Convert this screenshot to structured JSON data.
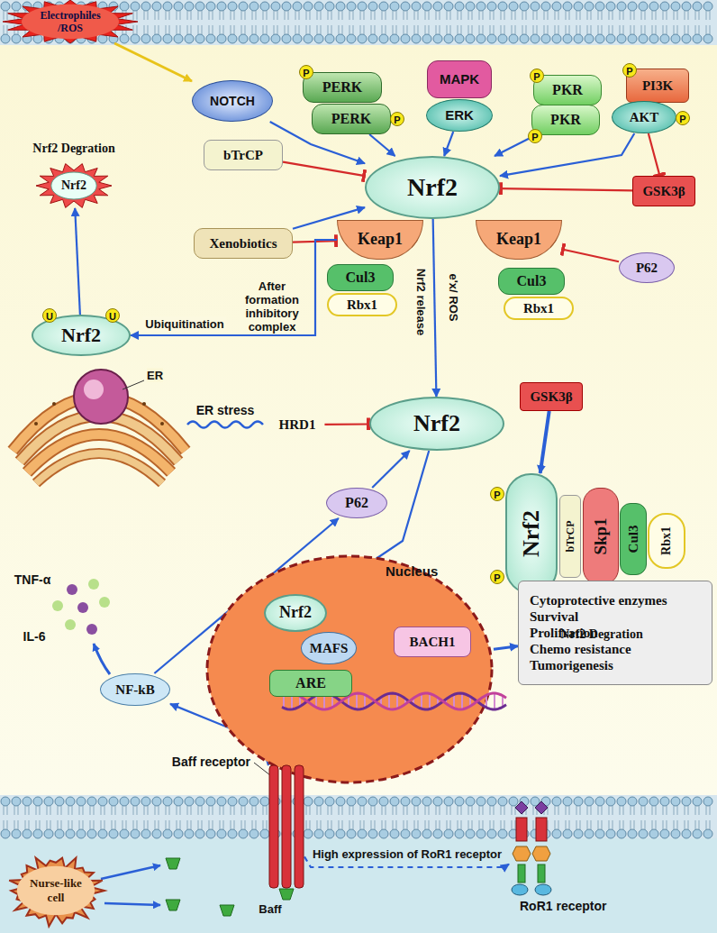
{
  "diagram": {
    "nodes": [
      {
        "text": [
          "Electrophiles /ROS"
        ]
      },
      {
        "text": [
          "NOTCH"
        ]
      },
      {
        "text": [
          "PERK"
        ]
      },
      {
        "text": [
          "PERK"
        ]
      },
      {
        "text": [
          "MAPK"
        ]
      },
      {
        "text": [
          "ERK"
        ]
      },
      {
        "text": [
          "PKR"
        ]
      },
      {
        "text": [
          "PKR"
        ]
      },
      {
        "text": [
          "PI3K"
        ]
      },
      {
        "text": [
          "AKT"
        ]
      },
      {
        "text": [
          "Nrf2 Degration",
          "Nrf2"
        ]
      },
      {
        "text": [
          "bTrCP"
        ]
      },
      {
        "text": [
          "GSK3β"
        ]
      },
      {
        "text": [
          "Xenobiotics"
        ]
      },
      {
        "text": [
          "Nrf2"
        ]
      },
      {
        "text": [
          "Keap1"
        ]
      },
      {
        "text": [
          "Keap1"
        ]
      },
      {
        "text": [
          "P62"
        ]
      },
      {
        "text": [
          "Cul3"
        ]
      },
      {
        "text": [
          "Cul3"
        ]
      },
      {
        "text": [
          "Rbx1"
        ]
      },
      {
        "text": [
          "Rbx1"
        ]
      },
      {
        "text": [
          "Nrf2"
        ]
      },
      {
        "text": [
          "HRD1"
        ]
      },
      {
        "text": [
          "Nrf2"
        ]
      },
      {
        "text": [
          "GSK3β"
        ]
      },
      {
        "text": [
          "Nrf2"
        ]
      },
      {
        "text": [
          "bTrCP"
        ]
      },
      {
        "text": [
          "Skp1"
        ]
      },
      {
        "text": [
          "Cul3"
        ]
      },
      {
        "text": [
          "Rbx1"
        ]
      },
      {
        "text": [
          "P62"
        ]
      },
      {
        "text": [
          "NF-kB"
        ]
      },
      {
        "text": [
          "Nucleus"
        ]
      },
      {
        "text": [
          "Nrf2"
        ],
        "in": 33
      },
      {
        "text": [
          "MAFS"
        ],
        "in": 33
      },
      {
        "text": [
          "ARE"
        ],
        "in": 33
      },
      {
        "text": [
          "BACH1"
        ],
        "in": 33
      },
      {
        "text": [
          "Cytoprotective enzymes",
          "Survival",
          "Prolifration",
          "Chemo resistance",
          "Tumorigenesis"
        ]
      },
      {
        "text": [
          "Baff receptor"
        ]
      },
      {
        "text": [
          "RoR1 receptor"
        ]
      },
      {
        "text": [
          "Nurse-like cell"
        ]
      }
    ],
    "edges": [
      {
        "from": 0,
        "to": 1,
        "arrow": "to"
      },
      {
        "from": 1,
        "to": 14,
        "arrow": "to"
      },
      {
        "from": 3,
        "to": 14,
        "arrow": "to"
      },
      {
        "from": 5,
        "to": 14,
        "arrow": "to"
      },
      {
        "from": 7,
        "to": 14,
        "arrow": "to"
      },
      {
        "from": 9,
        "to": 14,
        "arrow": "to"
      },
      {
        "from": 9,
        "to": 12,
        "arrow": "to"
      },
      {
        "from": 12,
        "to": 14,
        "arrow": "to"
      },
      {
        "from": 11,
        "to": 14,
        "arrow": "to"
      },
      {
        "from": 13,
        "to": 14,
        "arrow": "to"
      },
      {
        "from": 13,
        "to": 15,
        "arrow": "to"
      },
      {
        "from": 17,
        "to": 16,
        "arrow": "to"
      },
      {
        "from": 14,
        "to": 24,
        "label": "Nrf2 release",
        "arrow": "to"
      },
      {
        "from": 15,
        "to": 22,
        "label": "Ubiquitination",
        "arrow": "to"
      },
      {
        "from": 22,
        "to": 10,
        "arrow": "to"
      },
      {
        "from": 23,
        "to": 24,
        "arrow": "to"
      },
      {
        "from": 25,
        "to": 26,
        "arrow": "to"
      },
      {
        "from": 31,
        "to": 24,
        "arrow": "to"
      },
      {
        "from": 32,
        "to": 31,
        "arrow": "to"
      },
      {
        "from": 39,
        "to": 32,
        "arrow": "to"
      },
      {
        "from": 24,
        "to": 34,
        "arrow": "to"
      },
      {
        "from": 37,
        "to": 35,
        "arrow": "to"
      },
      {
        "from": 33,
        "to": 38,
        "arrow": "to"
      },
      {
        "from": 39,
        "to": 40,
        "label": "High expression of RoR1 receptor",
        "arrow": "to"
      }
    ],
    "labels": [
      "P",
      "P",
      "P",
      "P",
      "P",
      "P",
      "U",
      "U",
      "After formation inhibitory complex",
      "e'x/ ROS",
      "ER",
      "ER stress",
      "P",
      "P",
      "Nrf2 Degration",
      "TNF-α",
      "IL-6",
      "Baff"
    ]
  }
}
